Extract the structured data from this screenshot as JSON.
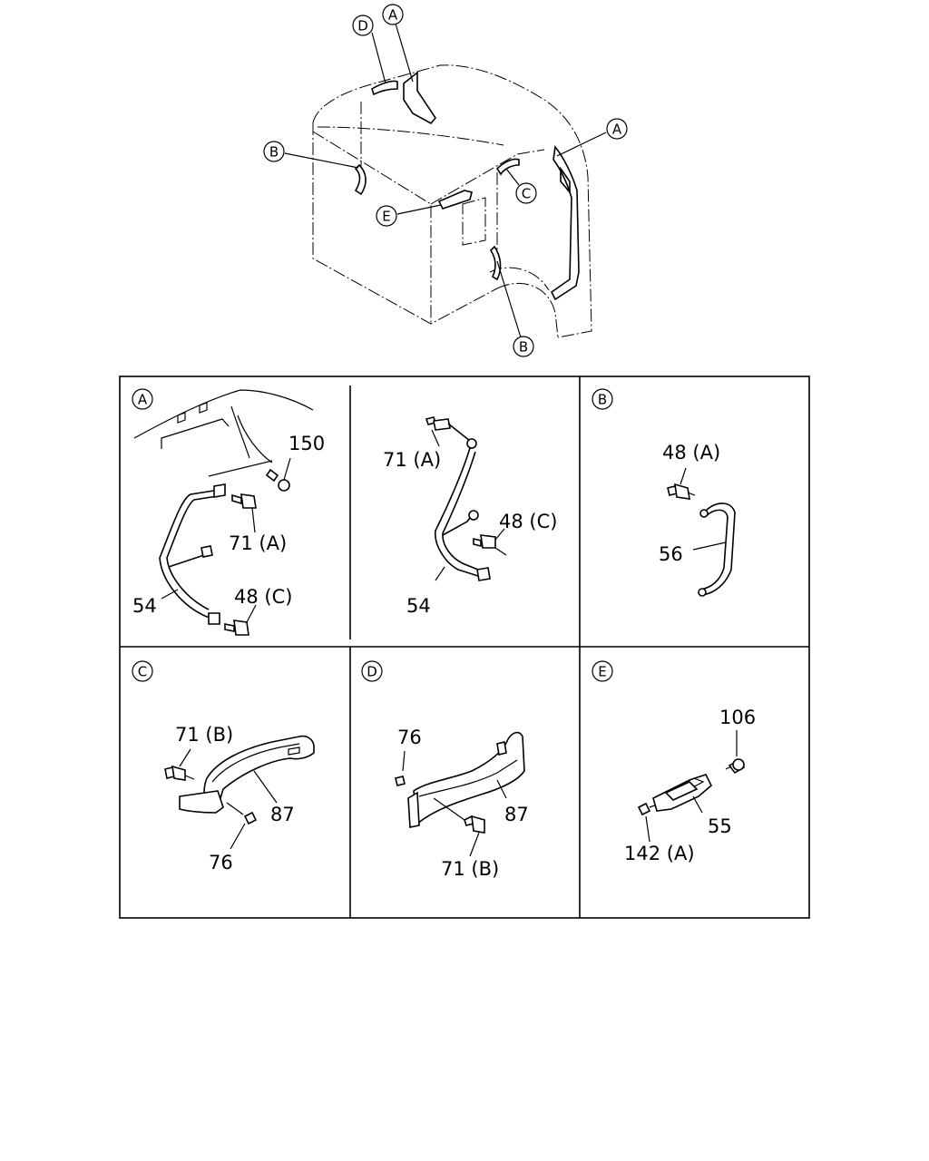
{
  "overview": {
    "callouts": [
      "D",
      "A",
      "A",
      "B",
      "C",
      "E",
      "B"
    ]
  },
  "panels": {
    "A": {
      "letter": "A",
      "left": {
        "labels": [
          "150",
          "71 (A)",
          "54",
          "48 (C)"
        ]
      },
      "right": {
        "labels": [
          "71 (A)",
          "48 (C)",
          "54"
        ]
      }
    },
    "B": {
      "letter": "B",
      "labels": [
        "48 (A)",
        "56"
      ]
    },
    "C": {
      "letter": "C",
      "labels": [
        "71 (B)",
        "87",
        "76"
      ]
    },
    "D": {
      "letter": "D",
      "labels": [
        "76",
        "87",
        "71 (B)"
      ]
    },
    "E": {
      "letter": "E",
      "labels": [
        "106",
        "55",
        "142 (A)"
      ]
    }
  }
}
